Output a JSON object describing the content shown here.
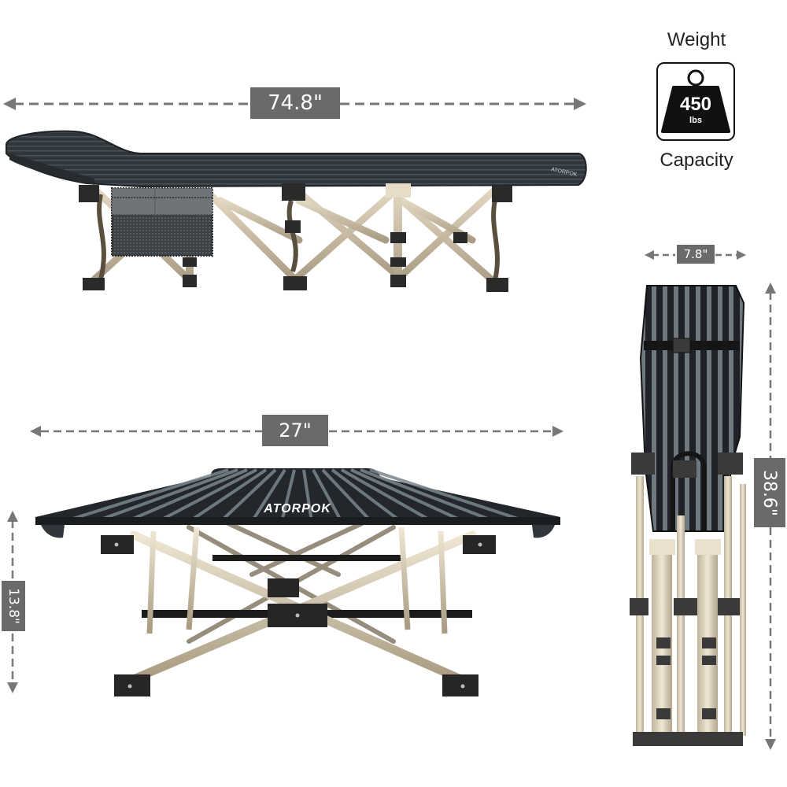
{
  "product": {
    "brand": "ATORPOK",
    "type": "folding cot"
  },
  "capacity_badge": {
    "title": "Weight",
    "value": "450",
    "unit": "lbs",
    "subtitle": "Capacity",
    "icon": "weight-icon"
  },
  "dimensions": {
    "length": {
      "label": "74.8\"",
      "orientation": "horizontal",
      "view": "side-view"
    },
    "width": {
      "label": "27\"",
      "orientation": "horizontal",
      "view": "front-view"
    },
    "height": {
      "label": "13.8\"",
      "orientation": "vertical",
      "view": "front-view"
    },
    "folded_width": {
      "label": "7.8\"",
      "orientation": "horizontal",
      "view": "folded-view"
    },
    "folded_length": {
      "label": "38.6\"",
      "orientation": "vertical",
      "view": "folded-view"
    }
  },
  "colors": {
    "label_bg": "#6a6a6a",
    "dashed_line": "#777777",
    "fabric_dark": "#2b2f33",
    "fabric_stripe": "#8a9096",
    "frame": "#cbbfa6",
    "joint": "#2a2a2a"
  }
}
